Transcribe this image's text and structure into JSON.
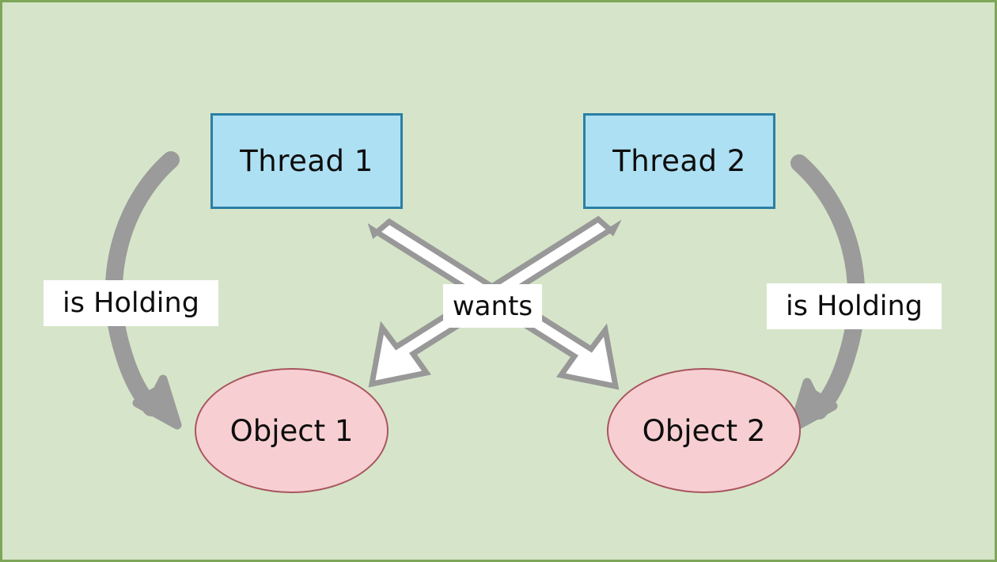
{
  "diagram": {
    "title": "Deadlock: two threads each holding one object and wanting the other",
    "type": "deadlock-diagram",
    "background_color": "#d6e5c9",
    "frame_color": "#7da659",
    "nodes": [
      {
        "id": "thread-1",
        "label": "Thread 1",
        "shape": "rectangle",
        "fill": "#ade0f2",
        "stroke": "#2b7fa5"
      },
      {
        "id": "thread-2",
        "label": "Thread 2",
        "shape": "rectangle",
        "fill": "#ade0f2",
        "stroke": "#2b7fa5"
      },
      {
        "id": "object-1",
        "label": "Object 1",
        "shape": "ellipse",
        "fill": "#f7cfd2",
        "stroke": "#a9555f"
      },
      {
        "id": "object-2",
        "label": "Object 2",
        "shape": "ellipse",
        "fill": "#f7cfd2",
        "stroke": "#a9555f"
      }
    ],
    "edges": [
      {
        "id": "holding-left",
        "label": "is Holding",
        "from": "thread-1",
        "to": "object-1",
        "style": "curved-gray-arrow",
        "color": "#9b9b9b"
      },
      {
        "id": "holding-right",
        "label": "is Holding",
        "from": "thread-2",
        "to": "object-2",
        "style": "curved-gray-arrow",
        "color": "#9b9b9b"
      },
      {
        "id": "wants-left-to-right",
        "label": "wants",
        "from": "thread-1",
        "to": "object-2",
        "style": "white-block-arrow",
        "fill": "#ffffff",
        "stroke": "#989898"
      },
      {
        "id": "wants-right-to-left",
        "label": "wants",
        "from": "thread-2",
        "to": "object-1",
        "style": "white-block-arrow",
        "fill": "#ffffff",
        "stroke": "#989898"
      }
    ],
    "labels": {
      "thread_1": "Thread 1",
      "thread_2": "Thread 2",
      "object_1": "Object 1",
      "object_2": "Object 2",
      "is_holding_left": "is Holding",
      "is_holding_right": "is Holding",
      "wants": "wants"
    }
  }
}
